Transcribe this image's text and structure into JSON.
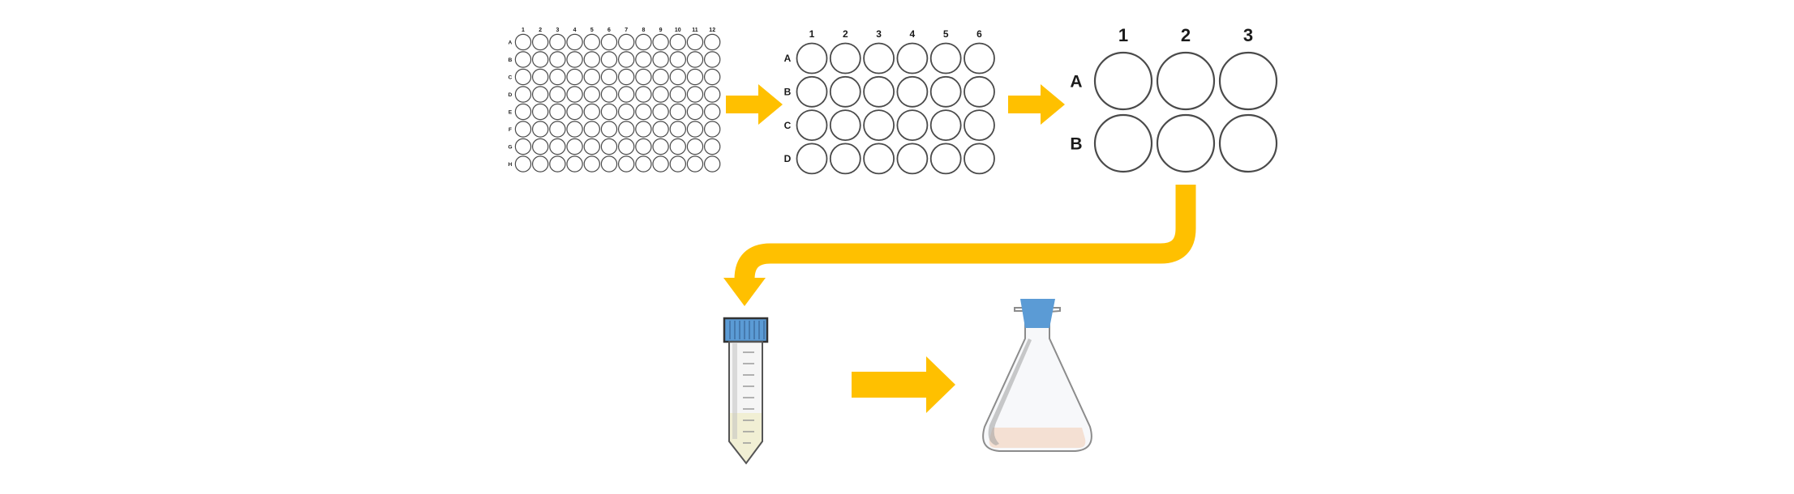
{
  "colors": {
    "arrow": "#FFC000",
    "well_stroke": "#4a4a4a",
    "tube_cap": "#5B9BD5",
    "tube_liquid": "#F7F5C4",
    "flask_stopper": "#5B9BD5",
    "flask_liquid": "#F8CBA8",
    "glass_stroke": "#9a9a9a"
  },
  "plate96": {
    "cols": [
      "1",
      "2",
      "3",
      "4",
      "5",
      "6",
      "7",
      "8",
      "9",
      "10",
      "11",
      "12"
    ],
    "rows": [
      "A",
      "B",
      "C",
      "D",
      "E",
      "F",
      "G",
      "H"
    ]
  },
  "plate24": {
    "cols": [
      "1",
      "2",
      "3",
      "4",
      "5",
      "6"
    ],
    "rows": [
      "A",
      "B",
      "C",
      "D"
    ]
  },
  "plate6": {
    "cols": [
      "1",
      "2",
      "3"
    ],
    "rows": [
      "A",
      "B"
    ]
  },
  "icons": {
    "arrow_1": "right-arrow-icon",
    "arrow_2": "right-arrow-icon",
    "arrow_3": "curved-arrow-icon",
    "arrow_4": "right-arrow-icon",
    "tube": "conical-tube-icon",
    "flask": "erlenmeyer-flask-icon"
  }
}
